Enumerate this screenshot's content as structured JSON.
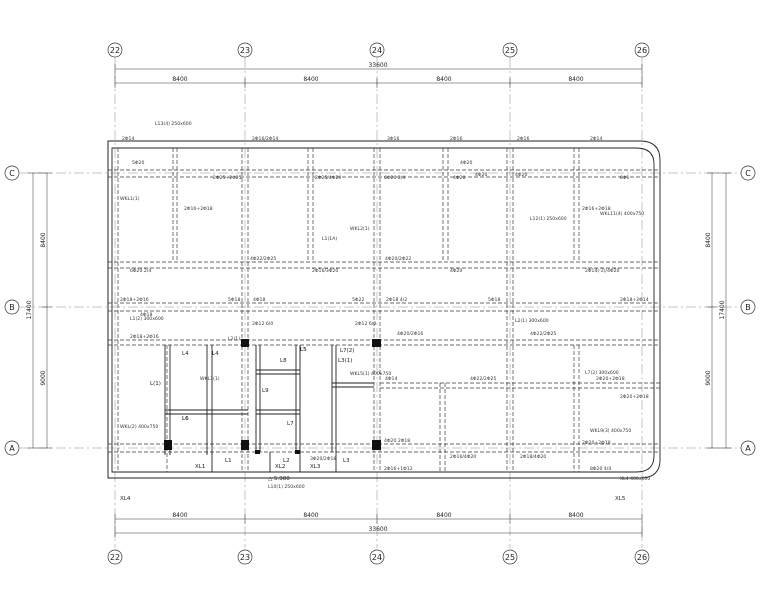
{
  "axes_x": [
    "22",
    "23",
    "24",
    "25",
    "26"
  ],
  "axes_y": [
    "C",
    "B",
    "A"
  ],
  "dims_top": {
    "total": "33600",
    "bays": [
      "8400",
      "8400",
      "8400",
      "8400"
    ]
  },
  "dims_bottom": {
    "total": "33600",
    "bays": [
      "8400",
      "8400",
      "8400",
      "8400"
    ]
  },
  "dims_left": {
    "total": "17400",
    "bays": [
      "8400",
      "9000"
    ]
  },
  "dims_right": {
    "total": "17400",
    "bays": [
      "8400",
      "9000"
    ]
  },
  "annotations": [
    "2Φ14",
    "2Φ16/2Φ14",
    "3Φ16",
    "2Φ16",
    "2Φ16",
    "2Φ14",
    "5Φ20",
    "4Φ20",
    "2Φ25+2Φ25",
    "2Φ25/4Φ20",
    "6Φ20 2/4",
    "4Φ20",
    "8Φ1",
    "2Φ16+2Φ18",
    "2Φ16+2Φ18",
    "L1(1A)",
    "4Φ22/2Φ25",
    "6Φ20 2/4",
    "2Φ16/3Φ20",
    "4Φ20/2Φ22",
    "4Φ20",
    "2Φ14(-2)/4Φ20",
    "2Φ18+2Φ16",
    "5Φ18",
    "4Φ18",
    "5Φ22",
    "2Φ18 4/2",
    "5Φ18",
    "2Φ18+2Φ14",
    "4Φ18",
    "2Φ12 6/0",
    "2Φ12 6/0",
    "4Φ20/2Φ16",
    "4Φ22/2Φ25",
    "L1(2) 300x600",
    "L2(1) 300x600",
    "L2(1)",
    "4Φ22/2Φ25",
    "2Φ18+2Φ16",
    "4Φ14",
    "2Φ20+2Φ18",
    "2Φ20+2Φ18",
    "4Φ20 2Φ18",
    "2Φ16+1Φ12",
    "2Φ16/4Φ20",
    "2Φ18/4Φ20",
    "2Φ20+2Φ18",
    "3Φ20/2Φ18",
    "8Φ20 4/4",
    "L(1)",
    "L3(1)",
    "L4",
    "L5",
    "L6",
    "L7(2)",
    "L8",
    "L9",
    "XL1",
    "XL2",
    "XL3",
    "XL4",
    "XL5",
    "L1",
    "L2",
    "L3",
    "L4",
    "L5",
    "L6",
    "L7",
    "WKL3(1)",
    "4Φ20",
    "4Φ20",
    "WKL(2) 400x750",
    "WKL1(1)",
    "WKL2(1)",
    "L13(4) 250x600",
    "WKL5(1) 400x750",
    "WKL9(3) 400x750",
    "XL4 400x600",
    "WKL11(4) 400x750",
    "L12(1) 250x600",
    "L7(2) 300x600"
  ],
  "title_label": "△ 5.980",
  "note_bottom": "L10(1) 250x600"
}
